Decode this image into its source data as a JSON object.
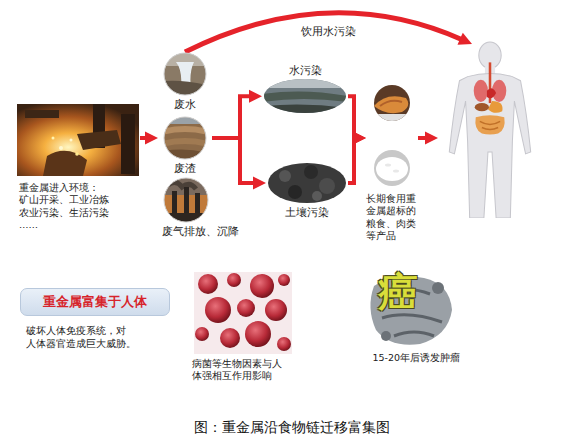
{
  "diagram": {
    "caption": "图：重金属沿食物链迁移富集图",
    "nodes": [
      {
        "text": [
          "重金属进入环境： 矿山开采、工业冶炼 农业污染、生活污染 ……"
        ]
      },
      {
        "text": [
          "废水"
        ]
      },
      {
        "text": [
          "废渣"
        ]
      },
      {
        "text": [
          "废气排放、沉降"
        ]
      },
      {
        "text": [
          "水污染"
        ]
      },
      {
        "text": [
          "土壤污染"
        ]
      },
      {
        "text": [
          "长期食用重 金属超标的 粮食、肉类 等产品"
        ]
      },
      {
        "text": []
      },
      {
        "text": [
          "重金属富集于人体",
          "破坏人体免疫系统，对 人体器官造成巨大威胁。"
        ]
      },
      {
        "text": [
          "病菌等生物因素与人 体强相互作用影响"
        ]
      },
      {
        "text": [
          "癌",
          "15-20年后诱发肿瘤"
        ]
      }
    ],
    "edges": [
      {
        "from": 0,
        "to": 2,
        "arrow": "to"
      },
      {
        "from": 2,
        "to": 4,
        "arrow": "to"
      },
      {
        "from": 2,
        "to": 5,
        "arrow": "to"
      },
      {
        "from": 4,
        "to": 6,
        "arrow": "to"
      },
      {
        "from": 5,
        "to": 6,
        "arrow": "to"
      },
      {
        "from": 6,
        "to": 7,
        "arrow": "to"
      },
      {
        "from": 1,
        "to": 7,
        "arrow": "to",
        "label": "饮用水污染"
      }
    ]
  }
}
